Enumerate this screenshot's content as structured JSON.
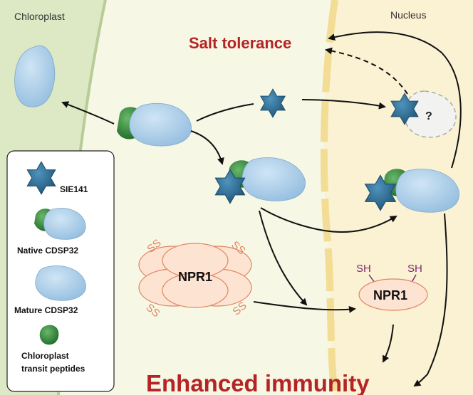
{
  "regions": {
    "chloroplast": "Chloroplast",
    "nucleus": "Nucleus"
  },
  "outcomes": {
    "salt_tolerance": "Salt tolerance",
    "enhanced_immunity": "Enhanced immunity"
  },
  "unknown_partner_label": "?",
  "npr1": {
    "oligomer_label": "NPR1",
    "oligomer_bond": "SS",
    "monomer_label": "NPR1",
    "thiol_group": "SH"
  },
  "legend": {
    "items": [
      {
        "label": "SIE141",
        "icon": "star-icon"
      },
      {
        "label": "Native CDSP32",
        "icon": "native-protein-icon"
      },
      {
        "label": "Mature CDSP32",
        "icon": "mature-protein-icon"
      },
      {
        "label_lines": [
          "Chloroplast",
          "transit peptides"
        ],
        "icon": "transit-peptide-icon"
      }
    ]
  },
  "colors": {
    "cytoplasm": "#f7f7e6",
    "chloroplast": "#dde8c4",
    "nucleus": "#fbf1d3",
    "nuclear_envelope": "#f3dc93",
    "protein": "#a9cde8",
    "star": "#2d6e96",
    "transit_peptide": "#3c8a3c",
    "npr1_fill": "#fde3d2",
    "npr1_stroke": "#e08660",
    "outcome_text": "#b52424",
    "thiol_text": "#7a2a6a"
  }
}
